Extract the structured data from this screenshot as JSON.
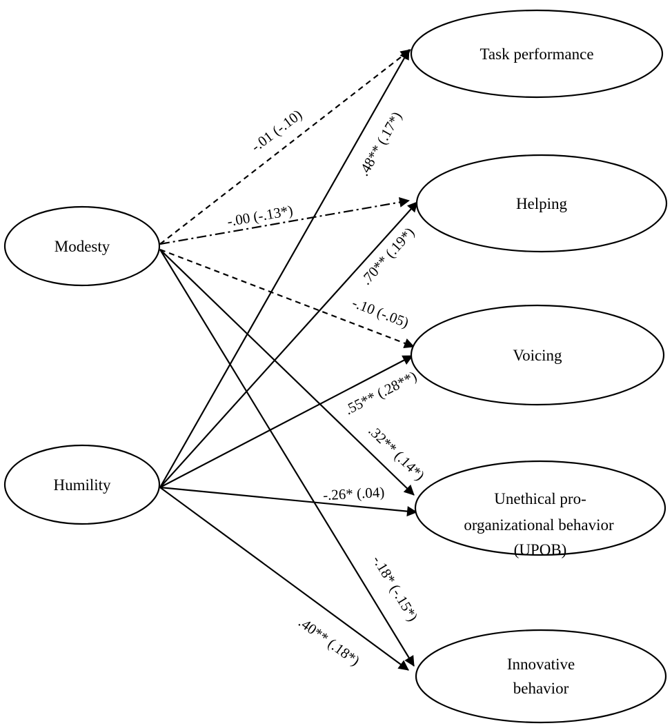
{
  "nodes": {
    "modesty": {
      "lines": [
        "Modesty"
      ]
    },
    "humility": {
      "lines": [
        "Humility"
      ]
    },
    "task": {
      "lines": [
        "Task performance"
      ]
    },
    "helping": {
      "lines": [
        "Helping"
      ]
    },
    "voicing": {
      "lines": [
        "Voicing"
      ]
    },
    "upob": {
      "lines": [
        "Unethical pro-",
        "organizational behavior",
        "(UPOB)"
      ]
    },
    "innovative": {
      "lines": [
        "Innovative",
        "behavior"
      ]
    }
  },
  "edges": {
    "mod_task": {
      "label": "-.01 (-.10)",
      "style": "dashed"
    },
    "mod_helping": {
      "label": "-.00 (-.13*)",
      "style": "dash-dot"
    },
    "mod_voicing": {
      "label": "-.10 (-.05)",
      "style": "dashed"
    },
    "mod_upob": {
      "label": ".32** (.14*)",
      "style": "solid"
    },
    "mod_innov": {
      "label": "-.18* (-.15*)",
      "style": "solid"
    },
    "hum_task": {
      "label": ".48** (.17*)",
      "style": "solid"
    },
    "hum_helping": {
      "label": ".70** (.19*)",
      "style": "solid"
    },
    "hum_voicing": {
      "label": ".55** (.28**)",
      "style": "solid"
    },
    "hum_upob": {
      "label": "-.26* (.04)",
      "style": "solid"
    },
    "hum_innov": {
      "label": ".40** (.18*)",
      "style": "solid"
    }
  },
  "colors": {
    "stroke": "#000000",
    "background": "#ffffff"
  }
}
